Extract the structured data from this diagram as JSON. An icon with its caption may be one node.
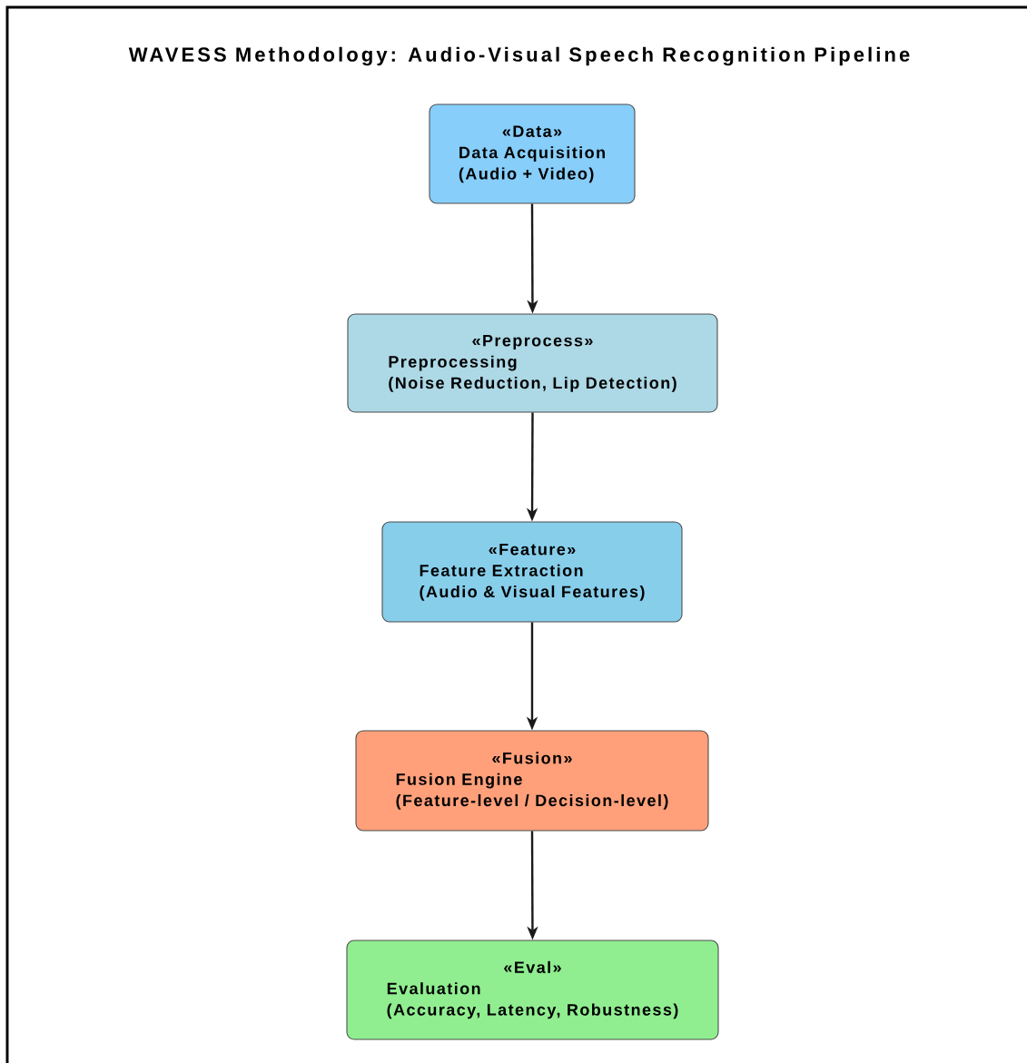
{
  "diagram": {
    "title": "WAVESS Methodology: Audio-Visual Speech Recognition Pipeline",
    "nodes": [
      {
        "text": [
          "«Data»",
          "Data Acquisition",
          "(Audio + Video)"
        ]
      },
      {
        "text": [
          "«Preprocess»",
          "Preprocessing",
          "(Noise Reduction, Lip Detection)"
        ]
      },
      {
        "text": [
          "«Feature»",
          "Feature Extraction",
          "(Audio & Visual Features)"
        ]
      },
      {
        "text": [
          "«Fusion»",
          "Fusion Engine",
          "(Feature-level / Decision-level)"
        ]
      },
      {
        "text": [
          "«Eval»",
          "Evaluation",
          "(Accuracy, Latency, Robustness)"
        ]
      }
    ],
    "edges": [
      {
        "from": 0,
        "to": 1,
        "arrow": "to"
      },
      {
        "from": 1,
        "to": 2,
        "arrow": "to"
      },
      {
        "from": 2,
        "to": 3,
        "arrow": "to"
      },
      {
        "from": 3,
        "to": 4,
        "arrow": "to"
      }
    ]
  }
}
